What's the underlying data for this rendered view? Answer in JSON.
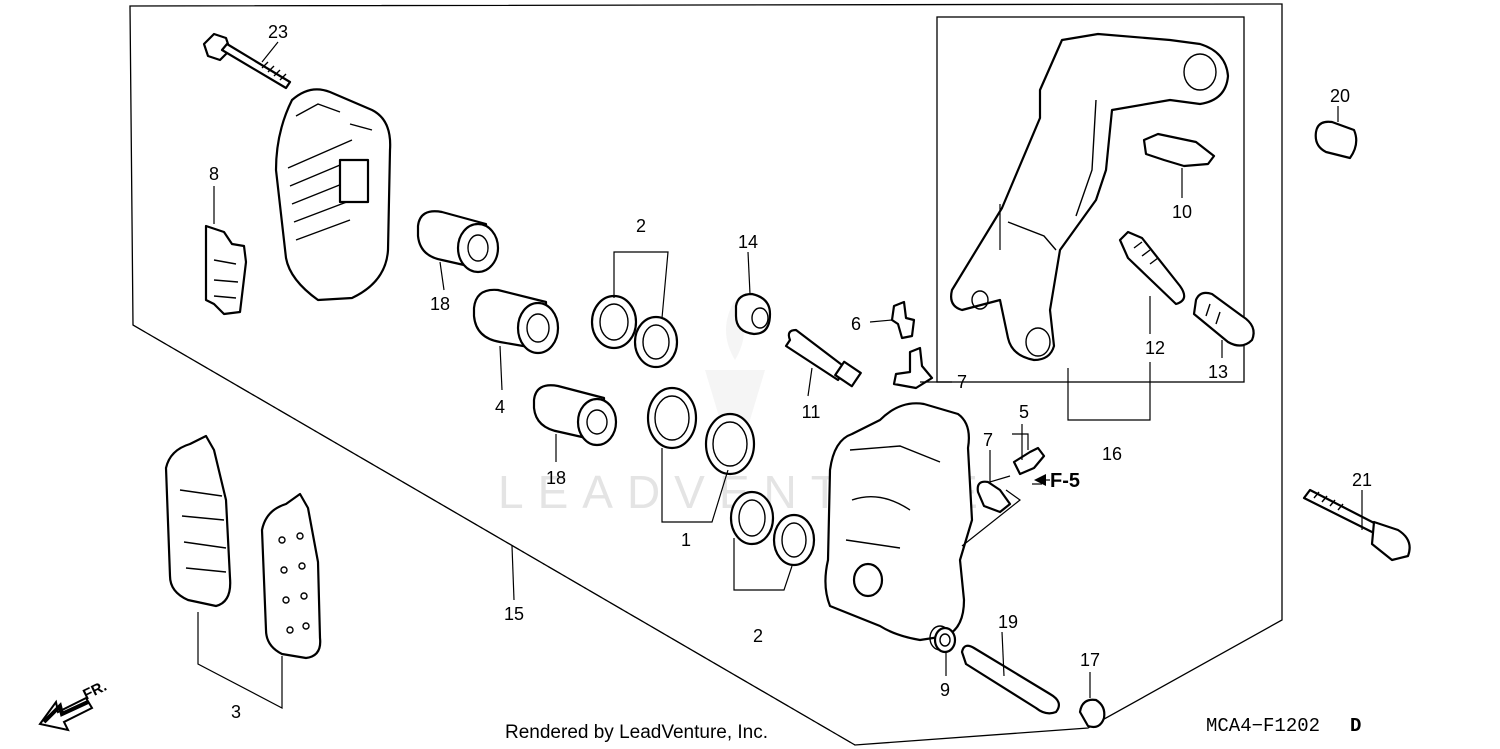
{
  "watermark": "LEADVENTURE",
  "footer": {
    "rendered_by": "Rendered by LeadVenture, Inc.",
    "diagram_code": "MCA4−F1202",
    "diagram_rev": "D"
  },
  "direction": {
    "front": "FR."
  },
  "reference": {
    "label": "F-5"
  },
  "callouts": {
    "c1": "1",
    "c2a": "2",
    "c2b": "2",
    "c3": "3",
    "c4": "4",
    "c5": "5",
    "c6": "6",
    "c7a": "7",
    "c7b": "7",
    "c8": "8",
    "c9": "9",
    "c10": "10",
    "c11": "11",
    "c12": "12",
    "c13": "13",
    "c14": "14",
    "c15": "15",
    "c16": "16",
    "c17": "17",
    "c18a": "18",
    "c18b": "18",
    "c19": "19",
    "c20": "20",
    "c21": "21",
    "c23": "23"
  }
}
